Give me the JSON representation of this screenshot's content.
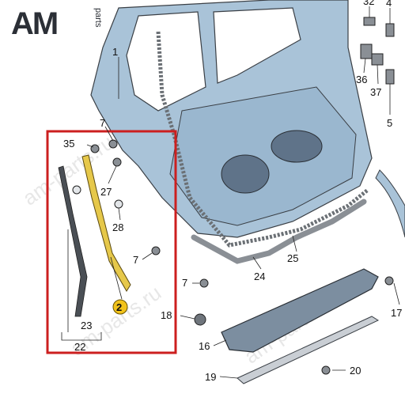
{
  "logo": {
    "main": "AM",
    "sub": "parts"
  },
  "watermark": {
    "text": "am-parts.ru"
  },
  "callouts": {
    "c1": "1",
    "c2": "2",
    "c4": "4",
    "c5": "5",
    "c7a": "7",
    "c7b": "7",
    "c7c": "7",
    "c16": "16",
    "c17": "17",
    "c18": "18",
    "c19": "19",
    "c20": "20",
    "c22": "22",
    "c23": "23",
    "c24": "24",
    "c25": "25",
    "c27": "27",
    "c28": "28",
    "c32": "32",
    "c35": "35",
    "c36": "36",
    "c37": "37"
  },
  "colors": {
    "door": "#a9c3d8",
    "door_dark": "#7f9fb8",
    "highlight_box": "#cc1f1f",
    "strip": "#e6c84a",
    "badge": "#f2c31b",
    "seal": "#8a8f95",
    "sill": "#7c8ea0"
  }
}
